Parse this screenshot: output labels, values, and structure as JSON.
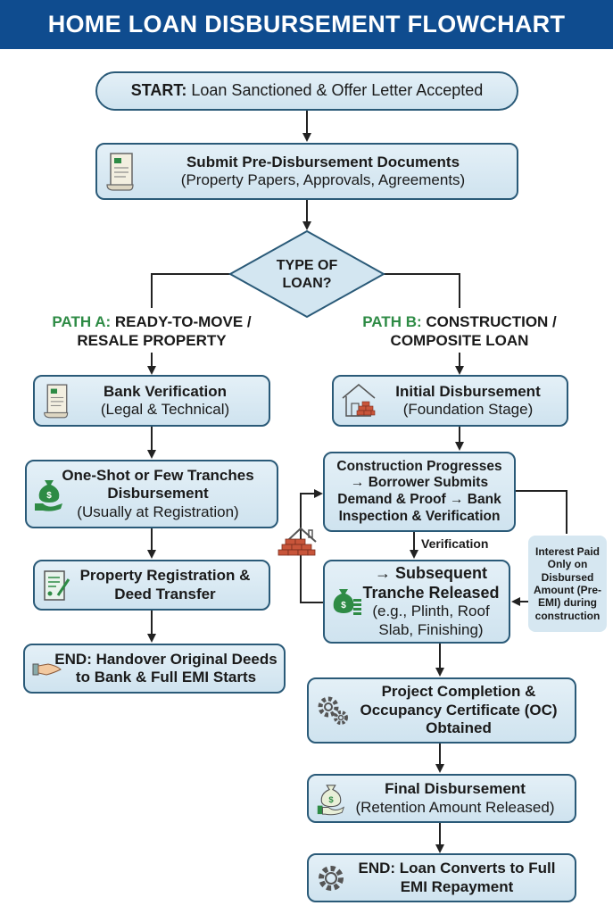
{
  "title": "HOME LOAN DISBURSEMENT FLOWCHART",
  "start": {
    "prefix": "START:",
    "text": "Loan Sanctioned & Offer Letter Accepted"
  },
  "submit_docs": {
    "title": "Submit Pre-Disbursement Documents",
    "subtitle": "(Property Papers, Approvals, Agreements)",
    "icon": "document-scroll-icon"
  },
  "decision": {
    "line1": "TYPE OF",
    "line2": "LOAN?"
  },
  "path_a": {
    "label_prefix": "PATH A:",
    "label_line1": "READY-TO-MOVE /",
    "label_line2": "RESALE PROPERTY",
    "steps": [
      {
        "title": "Bank Verification",
        "subtitle": "(Legal & Technical)",
        "icon": "document-scroll-icon"
      },
      {
        "title": "One-Shot or Few Tranches Disbursement",
        "subtitle": "(Usually at Registration)",
        "icon": "money-bag-hand-icon"
      },
      {
        "title": "Property Registration & Deed Transfer",
        "subtitle": "",
        "icon": "signed-document-icon"
      },
      {
        "title": "END: Handover Original Deeds to Bank & Full EMI Starts",
        "subtitle": "",
        "icon": "handover-hand-icon"
      }
    ]
  },
  "path_b": {
    "label_prefix": "PATH B:",
    "label_line1": "CONSTRUCTION /",
    "label_line2": "COMPOSITE LOAN",
    "steps": [
      {
        "title": "Initial Disbursement",
        "subtitle": "(Foundation Stage)",
        "icon": "house-bricks-icon"
      },
      {
        "title": "Construction Progresses → Borrower Submits Demand & Proof → Bank Inspection & Verification",
        "subtitle": ""
      },
      {
        "title": "→ Subsequent Tranche Released",
        "subtitle": "(e.g., Plinth, Roof Slab, Finishing)",
        "icon": "money-stack-icon"
      },
      {
        "title": "Project Completion & Occupancy Certificate (OC) Obtained",
        "subtitle": "",
        "icon": "gears-icon"
      },
      {
        "title": "Final Disbursement",
        "subtitle": "(Retention Amount Released)",
        "icon": "money-bag-hand-icon"
      },
      {
        "title": "END: Loan Converts to Full EMI Repayment",
        "subtitle": "",
        "icon": "gear-icon"
      }
    ],
    "verification_label": "Verification",
    "side_note": "Interest Paid Only on Disbursed Amount (Pre-EMI) during construction",
    "loop_icon": "house-bricks-icon"
  },
  "colors": {
    "header": "#0f4c8f",
    "node_border": "#2a5a78",
    "node_fill": "#d8e8f2",
    "path_label": "#2e8b45",
    "brick": "#c8553a"
  }
}
